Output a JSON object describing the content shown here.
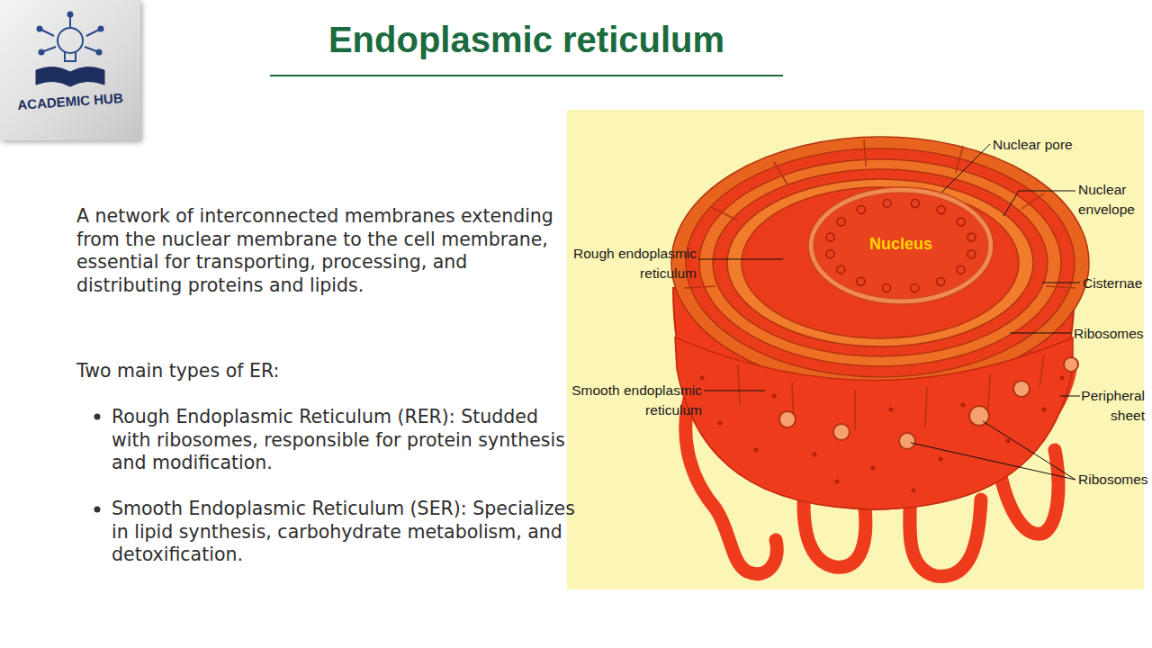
{
  "diagram": {
    "title": "Endoplasmic reticulum",
    "nodes": [
      {
        "text": [
          "ACADEMIC HUB"
        ]
      },
      {
        "text": [
          "Nucleus"
        ]
      }
    ],
    "labels": [
      "A network of interconnected membranes extending from the nuclear membrane to the cell membrane, essential for transporting, processing, and distributing proteins and lipids.",
      "Two main types of ER:",
      "Rough Endoplasmic Reticulum (RER): Studded with ribosomes, responsible for protein synthesis and modification.",
      "Smooth Endoplasmic Reticulum (SER): Specializes in lipid synthesis, carbohydrate metabolism, and detoxification.",
      "Nuclear pore",
      "Nuclear envelope",
      "Rough endoplasmic reticulum",
      "Cisternae",
      "Ribosomes",
      "Smooth endoplasmic reticulum",
      "Peripheral sheet",
      "Ribosomes"
    ]
  }
}
